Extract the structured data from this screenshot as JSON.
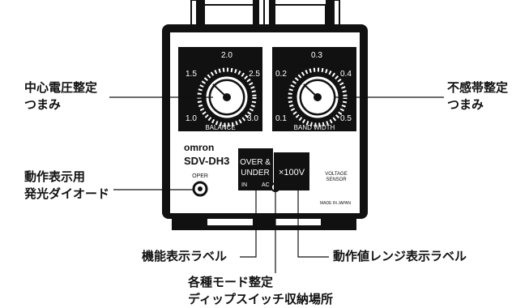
{
  "device": {
    "brand": "omron",
    "model": "SDV-DH3",
    "left_dial": {
      "label": "BALANCE",
      "scale": [
        "1.0",
        "1.5",
        "2.0",
        "2.5",
        "3.0"
      ]
    },
    "right_dial": {
      "label": "BAND WIDTH",
      "scale": [
        "0.1",
        "0.2",
        "0.3",
        "0.4",
        "0.5"
      ]
    },
    "oper_label": "OPER",
    "mode_label_line1": "OVER &",
    "mode_label_line2": "UNDER",
    "mode_sub_left": "IN",
    "mode_sub_right": "AC",
    "range_label": "×100V",
    "sensor_label_line1": "VOLTAGE",
    "sensor_label_line2": "SENSOR",
    "made_in": "MADE IN JAPAN"
  },
  "callouts": {
    "center_voltage_knob": [
      "中心電圧整定",
      "つまみ"
    ],
    "insensitive_band_knob": [
      "不感帯整定",
      "つまみ"
    ],
    "operation_led": [
      "動作表示用",
      "発光ダイオード"
    ],
    "function_label": [
      "機能表示ラベル"
    ],
    "dip_switch": [
      "各種モード整定",
      "ディップスイッチ収納場所"
    ],
    "range_label": [
      "動作値レンジ表示ラベル"
    ]
  }
}
